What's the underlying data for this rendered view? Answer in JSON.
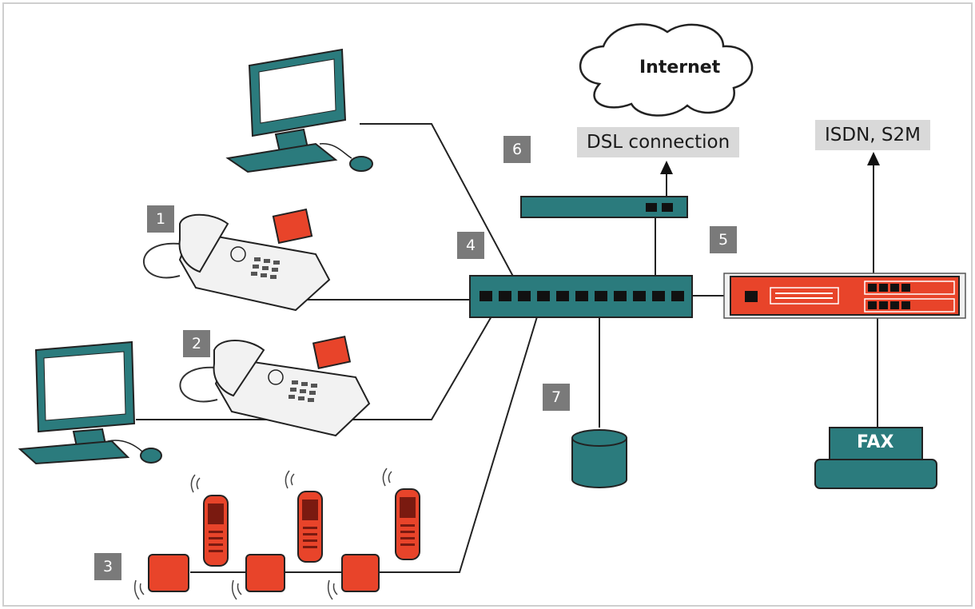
{
  "cloud": {
    "label": "Internet"
  },
  "labels": {
    "dsl": "DSL connection",
    "isdn": "ISDN, S2M",
    "fax": "FAX"
  },
  "badges": {
    "b1": "1",
    "b2": "2",
    "b3": "3",
    "b4": "4",
    "b5": "5",
    "b6": "6",
    "b7": "7"
  },
  "colors": {
    "teal": "#2b7b7d",
    "red": "#e8442a",
    "badge": "#7a7a7a",
    "labelbg": "#d9d9d9",
    "line": "#222222"
  }
}
